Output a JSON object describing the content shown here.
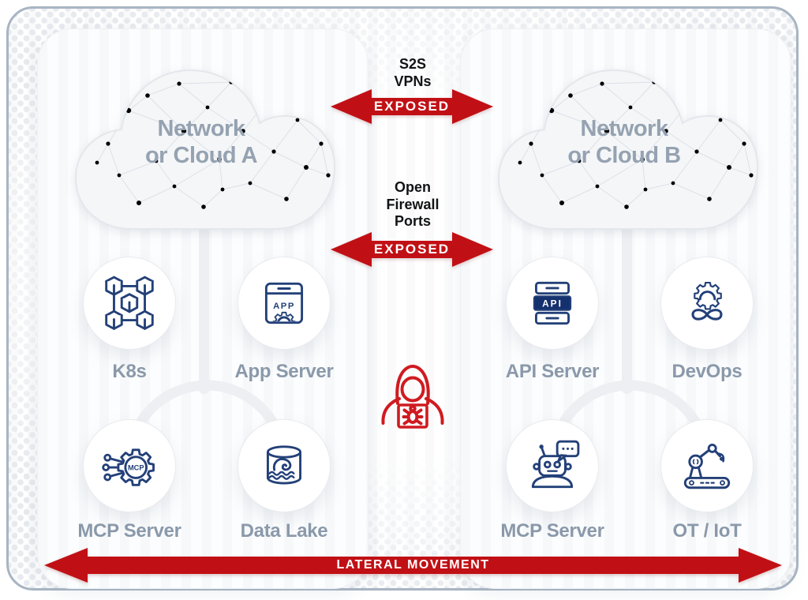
{
  "colors": {
    "arrow_red": "#c11015",
    "hacker_red": "#cf1b20",
    "icon_navy": "#234078",
    "api_fill_navy": "#14306e",
    "label_gray_blue": "#8a99aa",
    "cloud_title_gray": "#95a2b1",
    "heading_black": "#121314"
  },
  "cloud_a": {
    "line1": "Network",
    "line2": "or Cloud A"
  },
  "cloud_b": {
    "line1": "Network",
    "line2": "or Cloud B"
  },
  "left_nodes": [
    {
      "label": "K8s"
    },
    {
      "label": "App Server"
    },
    {
      "label": "MCP Server"
    },
    {
      "label": "Data Lake"
    }
  ],
  "right_nodes": [
    {
      "label": "API Server"
    },
    {
      "label": "DevOps"
    },
    {
      "label": "MCP Server"
    },
    {
      "label": "OT / IoT"
    }
  ],
  "center": {
    "vpn_lines": [
      "S2S",
      "VPNs"
    ],
    "exposed_top": "EXPOSED",
    "firewall_lines": [
      "Open",
      "Firewall",
      "Ports"
    ],
    "exposed_bottom": "EXPOSED"
  },
  "lateral_label": "LATERAL MOVEMENT",
  "icon_texts": {
    "app": "APP",
    "api": "API",
    "mcp": "MCP"
  }
}
